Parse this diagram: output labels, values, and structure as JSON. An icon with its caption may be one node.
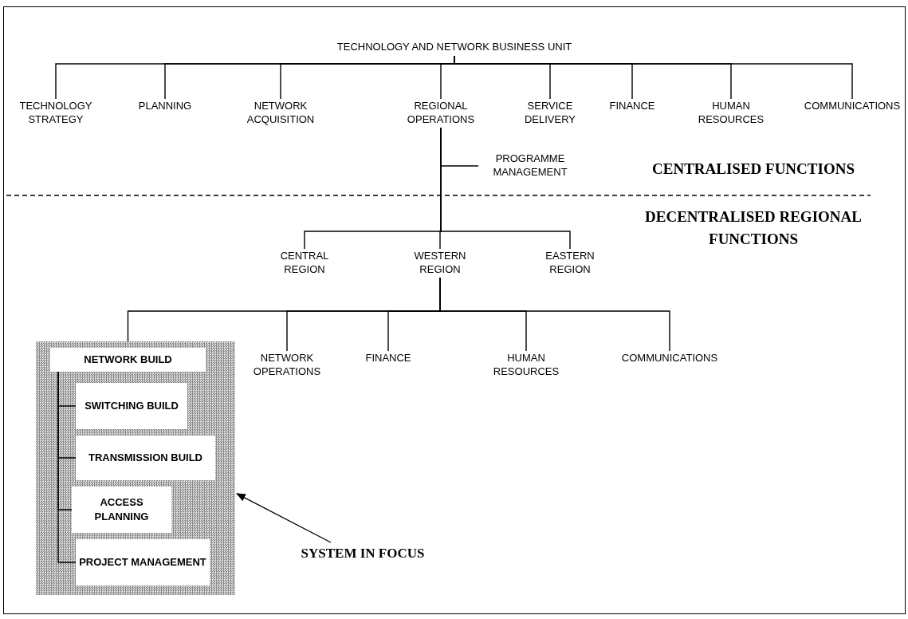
{
  "diagram": {
    "nodes": [
      {
        "text": [
          "TECHNOLOGY AND NETWORK BUSINESS UNIT"
        ]
      },
      {
        "text": [
          "TECHNOLOGY STRATEGY"
        ]
      },
      {
        "text": [
          "PLANNING"
        ]
      },
      {
        "text": [
          "NETWORK ACQUISITION"
        ]
      },
      {
        "text": [
          "REGIONAL OPERATIONS"
        ]
      },
      {
        "text": [
          "SERVICE DELIVERY"
        ]
      },
      {
        "text": [
          "FINANCE"
        ]
      },
      {
        "text": [
          "HUMAN RESOURCES"
        ]
      },
      {
        "text": [
          "COMMUNICATIONS"
        ]
      },
      {
        "text": [
          "PROGRAMME MANAGEMENT"
        ]
      },
      {
        "text": [
          "CENTRAL REGION"
        ]
      },
      {
        "text": [
          "WESTERN REGION"
        ]
      },
      {
        "text": [
          "EASTERN REGION"
        ]
      },
      {
        "text": [],
        "shape": "box"
      },
      {
        "text": [
          "NETWORK BUILD"
        ],
        "in": 13
      },
      {
        "text": [
          "SWITCHING BUILD"
        ],
        "in": 13
      },
      {
        "text": [
          "TRANSMISSION BUILD"
        ],
        "in": 13
      },
      {
        "text": [
          "ACCESS PLANNING"
        ],
        "in": 13
      },
      {
        "text": [
          "PROJECT MANAGEMENT"
        ],
        "in": 13
      },
      {
        "text": [
          "NETWORK OPERATIONS"
        ]
      },
      {
        "text": [
          "FINANCE"
        ]
      },
      {
        "text": [
          "HUMAN RESOURCES"
        ]
      },
      {
        "text": [
          "COMMUNICATIONS"
        ]
      },
      {
        "text": [
          "SYSTEM IN FOCUS"
        ]
      }
    ],
    "edges": [
      {
        "from": 0,
        "to": 1,
        "arrow": "none"
      },
      {
        "from": 0,
        "to": 2,
        "arrow": "none"
      },
      {
        "from": 0,
        "to": 3,
        "arrow": "none"
      },
      {
        "from": 0,
        "to": 4,
        "arrow": "none"
      },
      {
        "from": 0,
        "to": 5,
        "arrow": "none"
      },
      {
        "from": 0,
        "to": 6,
        "arrow": "none"
      },
      {
        "from": 0,
        "to": 7,
        "arrow": "none"
      },
      {
        "from": 0,
        "to": 8,
        "arrow": "none"
      },
      {
        "from": 4,
        "to": 9,
        "arrow": "none"
      },
      {
        "from": 4,
        "to": 10,
        "arrow": "none"
      },
      {
        "from": 4,
        "to": 11,
        "arrow": "none"
      },
      {
        "from": 4,
        "to": 12,
        "arrow": "none"
      },
      {
        "from": 11,
        "to": 14,
        "arrow": "none"
      },
      {
        "from": 11,
        "to": 19,
        "arrow": "none"
      },
      {
        "from": 11,
        "to": 20,
        "arrow": "none"
      },
      {
        "from": 11,
        "to": 21,
        "arrow": "none"
      },
      {
        "from": 11,
        "to": 22,
        "arrow": "none"
      },
      {
        "from": 14,
        "to": 15,
        "arrow": "none"
      },
      {
        "from": 14,
        "to": 16,
        "arrow": "none"
      },
      {
        "from": 14,
        "to": 17,
        "arrow": "none"
      },
      {
        "from": 14,
        "to": 18,
        "arrow": "none"
      },
      {
        "from": 23,
        "to": 13,
        "arrow": "to"
      }
    ],
    "labels": [
      "CENTRALISED FUNCTIONS",
      "DECENTRALISED REGIONAL FUNCTIONS"
    ]
  }
}
